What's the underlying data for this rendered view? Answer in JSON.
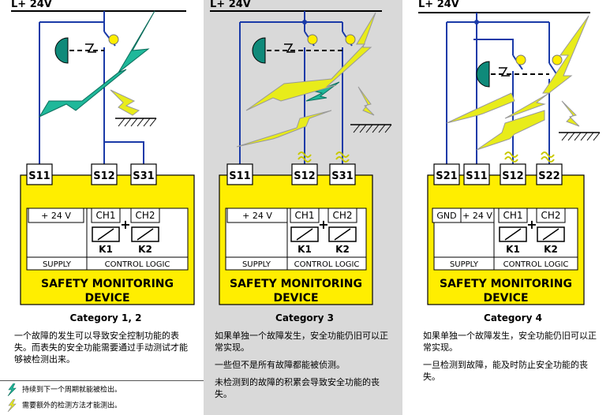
{
  "supply_label": "L+ 24V",
  "panels": [
    {
      "category": "Category 1, 2",
      "terminals": [
        "S11",
        "S12",
        "S31"
      ],
      "input_labels": [
        "+ 24 V"
      ],
      "channels": [
        "CH1",
        "CH2"
      ],
      "relays": [
        "K1",
        "K2"
      ],
      "plus": "+",
      "supply_text": "SUPPLY",
      "control_text": "CONTROL LOGIC",
      "device_line1": "SAFETY MONITORING",
      "device_line2": "DEVICE",
      "description": [
        "一个故障的发生可以导致安全控制功能的表失。而表失的安全功能需要通过手动测试才能够被检测出来。"
      ]
    },
    {
      "category": "Category 3",
      "terminals": [
        "S11",
        "S12",
        "S31"
      ],
      "input_labels": [
        "+ 24 V"
      ],
      "channels": [
        "CH1",
        "CH2"
      ],
      "relays": [
        "K1",
        "K2"
      ],
      "plus": "+",
      "supply_text": "SUPPLY",
      "control_text": "CONTROL LOGIC",
      "device_line1": "SAFETY MONITORING",
      "device_line2": "DEVICE",
      "description": [
        "如果单独一个故障发生，安全功能仍旧可以正常实现。",
        "一些但不是所有故障都能被侦测。",
        "未检测到的故障的积累会导致安全功能的丧失。"
      ]
    },
    {
      "category": "Category 4",
      "terminals": [
        "S21",
        "S11",
        "S12",
        "S22"
      ],
      "input_labels": [
        "GND",
        "+ 24 V"
      ],
      "channels": [
        "CH1",
        "CH2"
      ],
      "relays": [
        "K1",
        "K2"
      ],
      "plus": "+",
      "supply_text": "SUPPLY",
      "control_text": "CONTROL LOGIC",
      "device_line1": "SAFETY MONITORING",
      "device_line2": "DEVICE",
      "description": [
        "如果单独一个故障发生，安全功能仍旧可以正常实现。",
        "一旦检测到故障，能及时防止安全功能的丧失。"
      ]
    }
  ],
  "legend": [
    {
      "icon": "green-lightning-icon",
      "text": "持续到下一个周期就能被检出。"
    },
    {
      "icon": "yellow-lightning-icon",
      "text": "需要额外的检测方法才能测出。"
    }
  ],
  "colors": {
    "wire": "#1a3aa8",
    "device": "#ffee00",
    "green_bolt": "#1fb89a",
    "yellow_bolt": "#e8ec1a",
    "panel2_bg": "#d9d9d9",
    "stop_button": "#0f8a7a"
  }
}
